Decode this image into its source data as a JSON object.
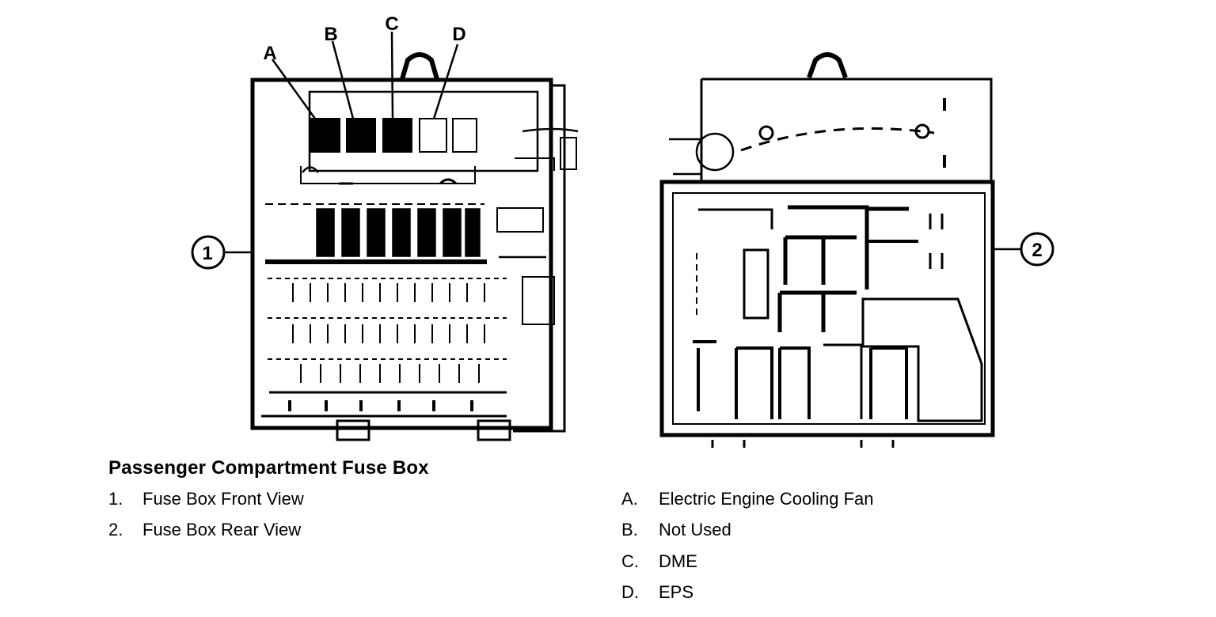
{
  "diagram": {
    "callouts": {
      "relay_a": "A",
      "relay_b": "B",
      "relay_c": "C",
      "relay_d": "D",
      "front_view": "1",
      "rear_view": "2"
    }
  },
  "caption": {
    "title": "Passenger Compartment Fuse Box",
    "views": [
      {
        "key": "1.",
        "label": "Fuse Box Front View"
      },
      {
        "key": "2.",
        "label": "Fuse Box Rear View"
      }
    ],
    "relays": [
      {
        "key": "A.",
        "label": "Electric Engine Cooling Fan"
      },
      {
        "key": "B.",
        "label": "Not Used"
      },
      {
        "key": "C.",
        "label": "DME"
      },
      {
        "key": "D.",
        "label": "EPS"
      }
    ]
  }
}
